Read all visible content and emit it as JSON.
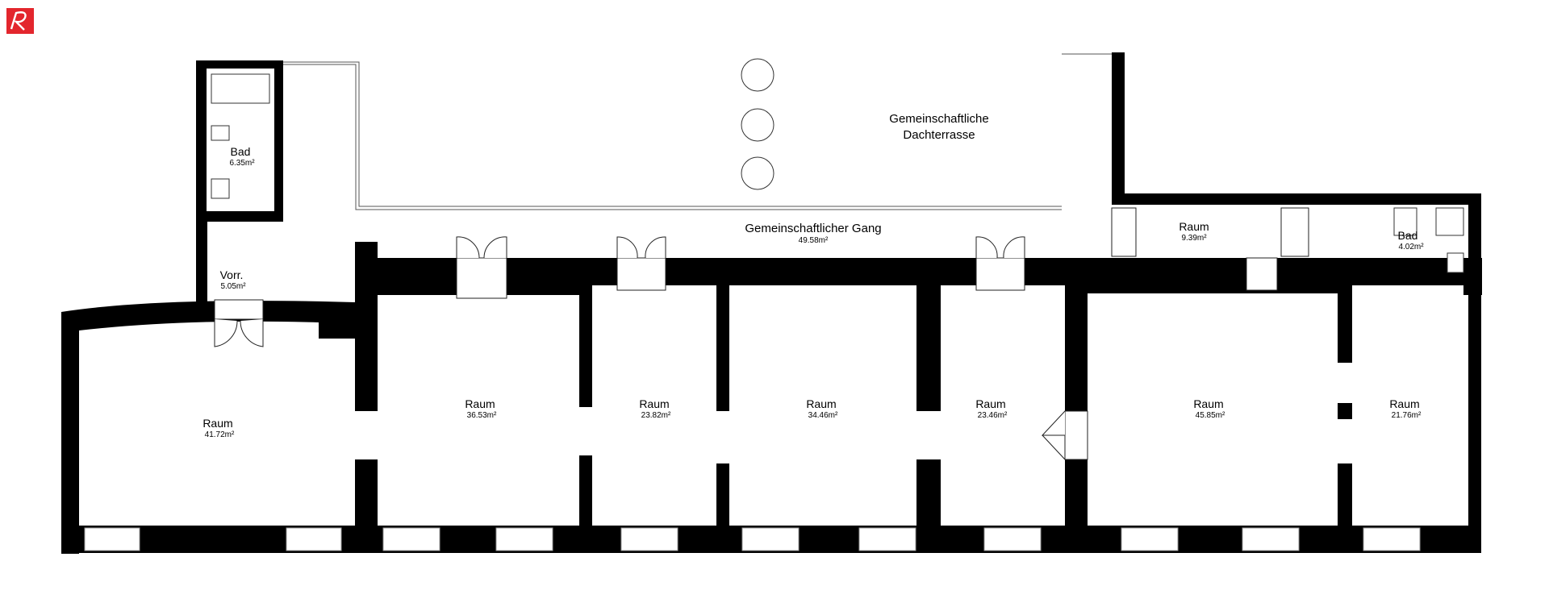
{
  "logo": {
    "name": "brand-logo",
    "glyph": "R",
    "color": "#e3262d"
  },
  "terrace": {
    "line1": "Gemeinschaftliche",
    "line2": "Dachterrasse"
  },
  "corridor": {
    "name": "Gemeinschaftlicher Gang",
    "area": "49.58m²"
  },
  "rooms": {
    "bad_left": {
      "name": "Bad",
      "area": "6.35m²"
    },
    "vorr": {
      "name": "Vorr.",
      "area": "5.05m²"
    },
    "raum_small": {
      "name": "Raum",
      "area": "9.39m²"
    },
    "bad_right": {
      "name": "Bad",
      "area": "4.02m²"
    },
    "r1": {
      "name": "Raum",
      "area": "41.72m²"
    },
    "r2": {
      "name": "Raum",
      "area": "36.53m²"
    },
    "r3": {
      "name": "Raum",
      "area": "23.82m²"
    },
    "r4": {
      "name": "Raum",
      "area": "34.46m²"
    },
    "r5": {
      "name": "Raum",
      "area": "23.46m²"
    },
    "r6": {
      "name": "Raum",
      "area": "45.85m²"
    },
    "r7": {
      "name": "Raum",
      "area": "21.76m²"
    }
  },
  "colors": {
    "wall": "#000000",
    "background": "#ffffff",
    "logo": "#e3262d"
  }
}
